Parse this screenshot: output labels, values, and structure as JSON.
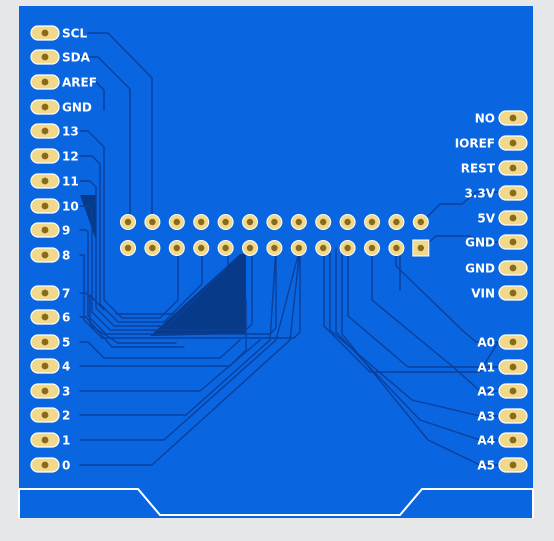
{
  "board": {
    "left_pins": [
      "SCL",
      "SDA",
      "AREF",
      "GND",
      "13",
      "12",
      "11",
      "10",
      "9",
      "8",
      "7",
      "6",
      "5",
      "4",
      "3",
      "2",
      "1",
      "0"
    ],
    "right_pins": [
      "NO",
      "IOREF",
      "REST",
      "3.3V",
      "5V",
      "GND",
      "GND",
      "VIN",
      "A0",
      "A1",
      "A2",
      "A3",
      "A4",
      "A5"
    ],
    "colors": {
      "background": "#e6e7e9",
      "board": "#0a66e0",
      "trace": "#0a3f9a",
      "fill": "#083a8a",
      "pad": "#f0d88c",
      "pad_hole": "#8a6a18",
      "outline": "#ffffff"
    }
  }
}
